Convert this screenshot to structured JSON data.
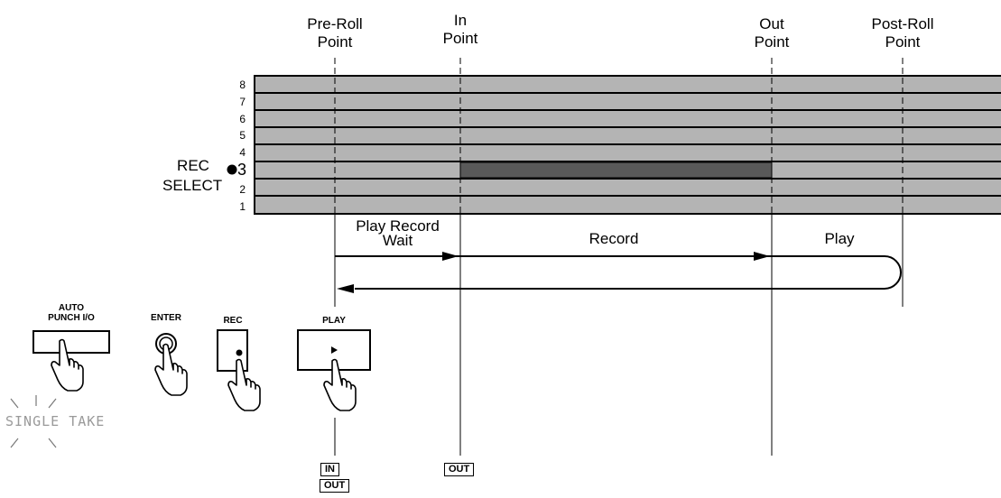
{
  "points": {
    "pre_roll": [
      "Pre-Roll",
      "Point"
    ],
    "in": [
      "In",
      "Point"
    ],
    "out": [
      "Out",
      "Point"
    ],
    "post_roll": [
      "Post-Roll",
      "Point"
    ]
  },
  "tracks": [
    "8",
    "7",
    "6",
    "5",
    "4",
    "3",
    "2",
    "1"
  ],
  "rec_select": {
    "line1": "REC",
    "line2": "SELECT",
    "track": "3"
  },
  "phases": {
    "play_record_wait": [
      "Play Record",
      "Wait"
    ],
    "record": "Record",
    "play": "Play"
  },
  "buttons": {
    "auto_punch": [
      "AUTO",
      "PUNCH I/O"
    ],
    "enter": "ENTER",
    "rec": "REC",
    "play": "PLAY"
  },
  "display": "SINGLE TAKE",
  "tags": {
    "in": "IN",
    "out": "OUT",
    "out2": "OUT"
  },
  "colors": {
    "track_fill": "#b4b4b4",
    "record_region": "#595959"
  }
}
